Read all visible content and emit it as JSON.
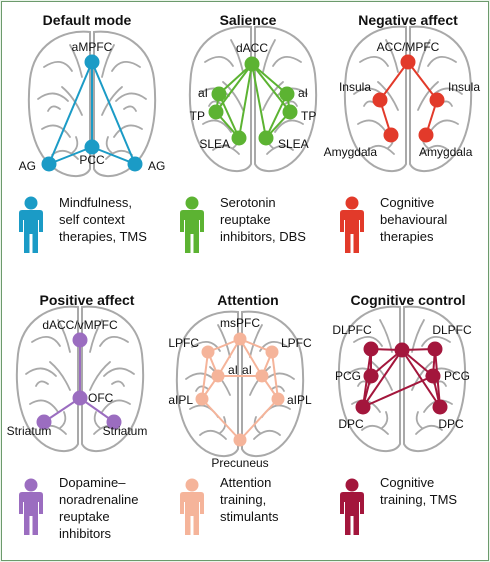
{
  "panels": [
    {
      "title": "Default mode",
      "color": "#1b9bc6",
      "nodes": [
        {
          "id": "amPFC",
          "label": "aMPFC"
        },
        {
          "id": "pcc",
          "label": "PCC"
        },
        {
          "id": "agL",
          "label": "AG"
        },
        {
          "id": "agR",
          "label": "AG"
        }
      ],
      "therapy": "Mindfulness,\nself context\ntherapies, TMS"
    },
    {
      "title": "Salience",
      "color": "#5cb332",
      "nodes": [
        {
          "id": "dacc",
          "label": "dACC"
        },
        {
          "id": "aiL",
          "label": "aI"
        },
        {
          "id": "aiR",
          "label": "aI"
        },
        {
          "id": "tpL",
          "label": "TP"
        },
        {
          "id": "tpR",
          "label": "TP"
        },
        {
          "id": "sleaL",
          "label": "SLEA"
        },
        {
          "id": "sleaR",
          "label": "SLEA"
        }
      ],
      "therapy": "Serotonin\nreuptake\ninhibitors, DBS"
    },
    {
      "title": "Negative affect",
      "color": "#e23a2a",
      "nodes": [
        {
          "id": "acc",
          "label": "ACC/MPFC"
        },
        {
          "id": "insL",
          "label": "Insula"
        },
        {
          "id": "insR",
          "label": "Insula"
        },
        {
          "id": "amyL",
          "label": "Amygdala"
        },
        {
          "id": "amyR",
          "label": "Amygdala"
        }
      ],
      "therapy": "Cognitive\nbehavioural\ntherapies"
    },
    {
      "title": "Positive affect",
      "color": "#9b6dc0",
      "nodes": [
        {
          "id": "dacc",
          "label": "dACC/vMPFC"
        },
        {
          "id": "ofc",
          "label": "OFC"
        },
        {
          "id": "strL",
          "label": "Striatum"
        },
        {
          "id": "strR",
          "label": "Striatum"
        }
      ],
      "therapy": "Dopamine–\nnoradrenaline\nreuptake\ninhibitors"
    },
    {
      "title": "Attention",
      "color": "#f5b49a",
      "nodes": [
        {
          "id": "mspfc",
          "label": "msPFC"
        },
        {
          "id": "lpfcL",
          "label": "LPFC"
        },
        {
          "id": "lpfcR",
          "label": "LPFC"
        },
        {
          "id": "aiL",
          "label": "aI"
        },
        {
          "id": "aiR",
          "label": "aI"
        },
        {
          "id": "aiplL",
          "label": "aIPL"
        },
        {
          "id": "aiplR",
          "label": "aIPL"
        },
        {
          "id": "prec",
          "label": "Precuneus"
        }
      ],
      "therapy": "Attention\ntraining,\nstimulants"
    },
    {
      "title": "Cognitive control",
      "color": "#a3163c",
      "nodes": [
        {
          "id": "dlpfcL",
          "label": "DLPFC"
        },
        {
          "id": "dlpfcR",
          "label": "DLPFC"
        },
        {
          "id": "acc",
          "label": ""
        },
        {
          "id": "pcgL",
          "label": "PCG"
        },
        {
          "id": "pcgR",
          "label": "PCG"
        },
        {
          "id": "dpcL",
          "label": "DPC"
        },
        {
          "id": "dpcR",
          "label": "DPC"
        }
      ],
      "therapy": "Cognitive\ntraining, TMS"
    }
  ],
  "icons": {
    "brain": "brain-outline",
    "person": "person-figure"
  }
}
